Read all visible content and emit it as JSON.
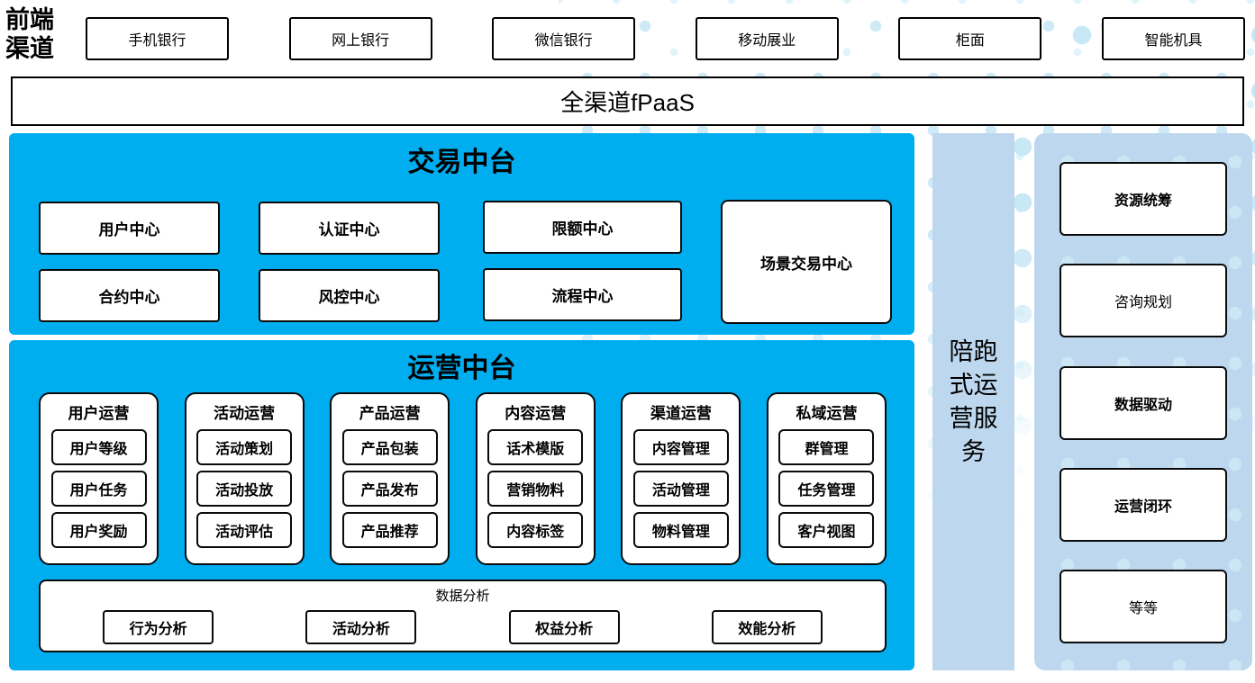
{
  "front_channels": {
    "label": "前端渠道",
    "items": [
      "手机银行",
      "网上银行",
      "微信银行",
      "移动展业",
      "柜面",
      "智能机具"
    ]
  },
  "fpaas_bar": {
    "label": "全渠道fPaaS"
  },
  "trade_platform": {
    "title": "交易中台",
    "centers": [
      "用户中心",
      "认证中心",
      "限额中心",
      "合约中心",
      "风控中心",
      "流程中心"
    ],
    "scene_center": "场景交易中心"
  },
  "operation_platform": {
    "title": "运营中台",
    "groups": [
      {
        "title": "用户运营",
        "items": [
          "用户等级",
          "用户任务",
          "用户奖励"
        ]
      },
      {
        "title": "活动运营",
        "items": [
          "活动策划",
          "活动投放",
          "活动评估"
        ]
      },
      {
        "title": "产品运营",
        "items": [
          "产品包装",
          "产品发布",
          "产品推荐"
        ]
      },
      {
        "title": "内容运营",
        "items": [
          "话术模版",
          "营销物料",
          "内容标签"
        ]
      },
      {
        "title": "渠道运营",
        "items": [
          "内容管理",
          "活动管理",
          "物料管理"
        ]
      },
      {
        "title": "私域运营",
        "items": [
          "群管理",
          "任务管理",
          "客户视图"
        ]
      }
    ],
    "analysis": {
      "title": "数据分析",
      "items": [
        "行为分析",
        "活动分析",
        "权益分析",
        "效能分析"
      ]
    }
  },
  "side_service": {
    "label": "陪跑式运营服务"
  },
  "right_panel": {
    "items": [
      {
        "label": "资源统筹",
        "emphasis": true
      },
      {
        "label": "咨询规划",
        "emphasis": false
      },
      {
        "label": "数据驱动",
        "emphasis": true
      },
      {
        "label": "运营闭环",
        "emphasis": true
      },
      {
        "label": "等等",
        "emphasis": false
      }
    ]
  },
  "colors": {
    "primary_blue": "#00AEF0",
    "panel_light_blue": "#BDD7EE",
    "dot_light": "#E0F4FB",
    "dot_mid": "#C8E8F6",
    "border": "#000000"
  }
}
